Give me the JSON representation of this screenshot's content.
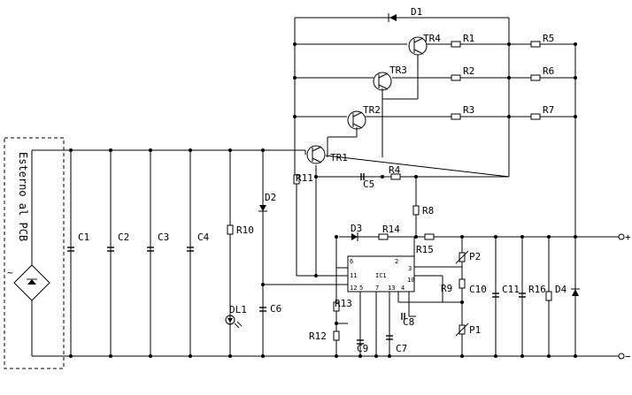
{
  "box_label": "Esterno al PCB",
  "labels": {
    "d1": "D1",
    "d2": "D2",
    "d3": "D3",
    "d4": "D4",
    "tr1": "TR1",
    "tr2": "TR2",
    "tr3": "TR3",
    "tr4": "TR4",
    "r1": "R1",
    "r2": "R2",
    "r3": "R3",
    "r4": "R4",
    "r5": "R5",
    "r6": "R6",
    "r7": "R7",
    "r8": "R8",
    "r9": "R9",
    "r10": "R10",
    "r11": "R11",
    "r12": "R12",
    "r13": "R13",
    "r14": "R14",
    "r15": "R15",
    "r16": "R16",
    "c1": "C1",
    "c2": "C2",
    "c3": "C3",
    "c4": "C4",
    "c5": "C5",
    "c6": "C6",
    "c7": "C7",
    "c8": "C8",
    "c9": "C9",
    "c10": "C10",
    "c11": "C11",
    "p1": "P1",
    "p2": "P2",
    "dl1": "DL1",
    "ic1": "IC1"
  },
  "ic_pins": {
    "p2": "2",
    "p3": "3",
    "p4": "4",
    "p5": "5",
    "p6": "6",
    "p7": "7",
    "p10": "10",
    "p11": "11",
    "p12": "12",
    "p13": "13"
  },
  "terminals": {
    "plus": "+",
    "minus": "−"
  },
  "bridge_glyph": "~"
}
